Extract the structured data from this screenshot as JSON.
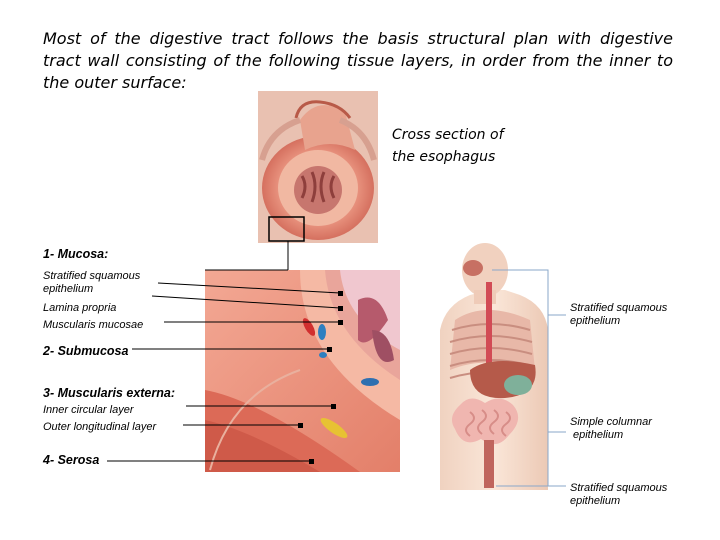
{
  "intro_text": "Most of the digestive tract follows the basis structural plan with digestive tract wall consisting of the following tissue layers, in order from the inner to the outer surface:",
  "cross_section_label": {
    "line1": "Cross section of",
    "line2": "the esophagus"
  },
  "layers": {
    "mucosa": {
      "title": "1- Mucosa:",
      "items": [
        "Stratified squamous epithelium",
        "Lamina propria",
        "Muscularis mucosae"
      ]
    },
    "submucosa": {
      "title": "2- Submucosa"
    },
    "muscularis_externa": {
      "title": "3- Muscularis externa:",
      "items": [
        "Inner circular layer",
        "Outer longitudinal layer"
      ]
    },
    "serosa": {
      "title": "4- Serosa"
    }
  },
  "right_labels": {
    "esophagus": {
      "line1": "Stratified squamous",
      "line2": "epithelium"
    },
    "intestine": {
      "line1": "Simple columnar",
      "line2": "epithelium"
    },
    "anus": {
      "line1": "Stratified squamous",
      "line2": "epithelium"
    }
  },
  "colors": {
    "tissue": "#e98f78",
    "muscle": "#d9574a",
    "leader_blue": "#8aa7c9"
  }
}
